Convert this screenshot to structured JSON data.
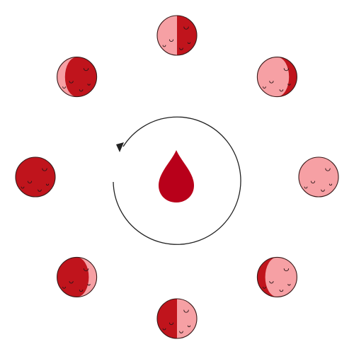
{
  "colors": {
    "background": "#ffffff",
    "dark_red": "#c0141c",
    "light_pink": "#f6a0a4",
    "drop": "#b8001a",
    "outline": "#3a1a1a",
    "crater": "#2a1416",
    "cycle_arrow": "#222222"
  },
  "center_icon": "blood-drop-icon",
  "cycle_direction": "counter-clockwise",
  "moon_phases": [
    {
      "name": "first-quarter",
      "position": "top",
      "lit_side": "left",
      "lit_fraction": 0.5
    },
    {
      "name": "waxing-gibbous",
      "position": "top-right",
      "lit_side": "left",
      "lit_fraction": 0.8
    },
    {
      "name": "full-moon",
      "position": "right",
      "lit_side": "full",
      "lit_fraction": 1.0
    },
    {
      "name": "waning-gibbous",
      "position": "bottom-right",
      "lit_side": "right",
      "lit_fraction": 0.8
    },
    {
      "name": "last-quarter",
      "position": "bottom",
      "lit_side": "right",
      "lit_fraction": 0.5
    },
    {
      "name": "waning-crescent",
      "position": "bottom-left",
      "lit_side": "right",
      "lit_fraction": 0.2
    },
    {
      "name": "new-moon",
      "position": "left",
      "lit_side": "none",
      "lit_fraction": 0.0
    },
    {
      "name": "waxing-crescent",
      "position": "top-left",
      "lit_side": "left",
      "lit_fraction": 0.2
    }
  ]
}
